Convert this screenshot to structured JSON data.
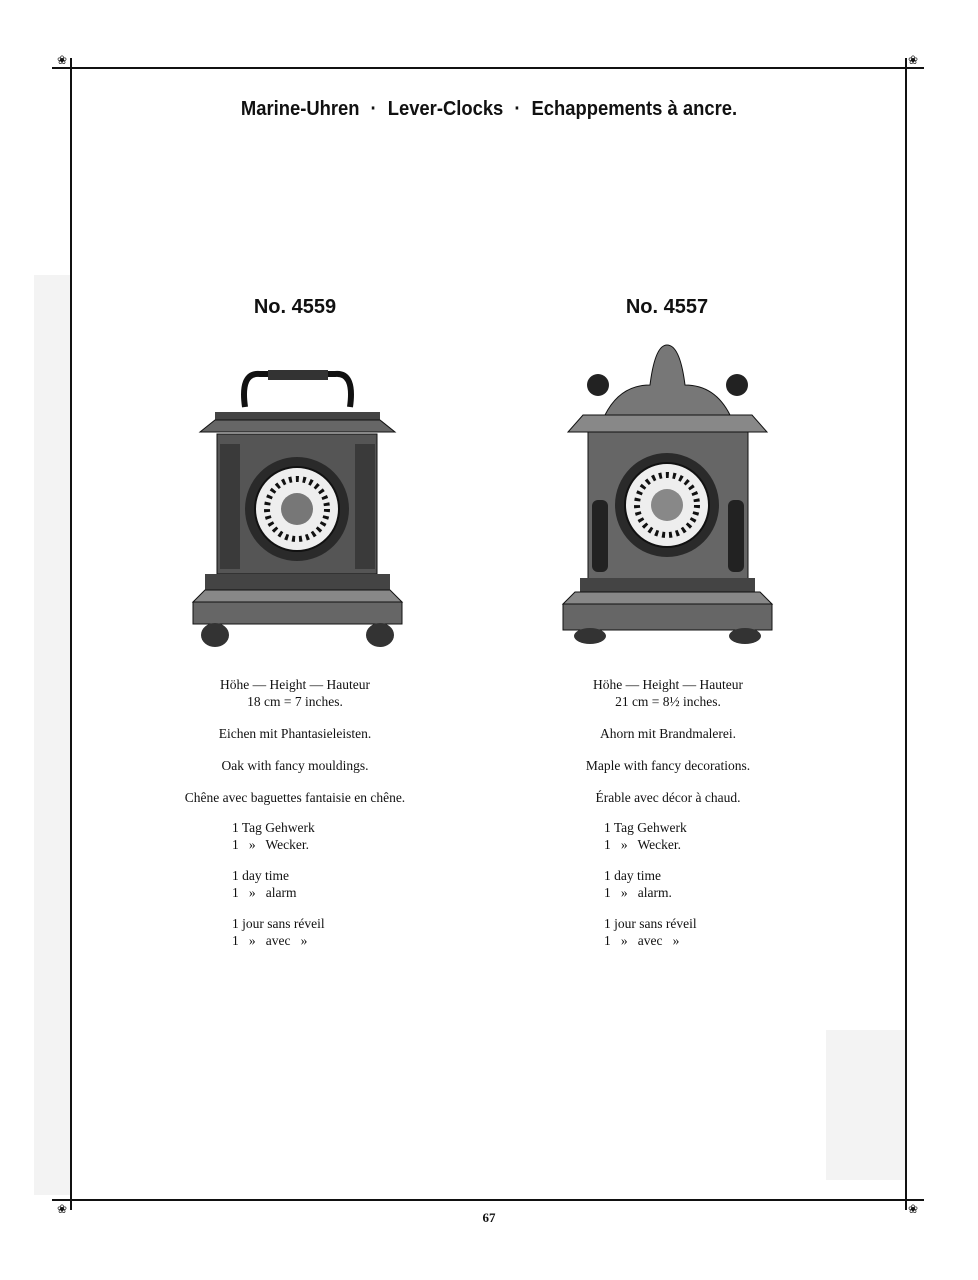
{
  "header": {
    "title_parts": [
      "Marine-Uhren",
      "Lever-Clocks",
      "Echappements à ancre."
    ],
    "separator": "·"
  },
  "products": [
    {
      "number": "No. 4559",
      "height_label": "Höhe — Height — Hauteur",
      "height_value": "18 cm = 7 inches.",
      "desc_de": "Eichen mit Phantasieleisten.",
      "desc_en": "Oak with fancy mouldings.",
      "desc_fr": "Chêne avec baguettes fantaisie en chêne.",
      "specs": [
        "1 Tag Gehwerk",
        "1   »   Wecker.",
        "1 day time",
        "1   »   alarm",
        "1 jour sans réveil",
        "1   »   avec   »"
      ]
    },
    {
      "number": "No. 4557",
      "height_label": "Höhe — Height — Hauteur",
      "height_value": "21 cm = 8½ inches.",
      "desc_de": "Ahorn mit Brandmalerei.",
      "desc_en": "Maple with fancy decorations.",
      "desc_fr": "Érable avec décor à chaud.",
      "specs": [
        "1 Tag Gehwerk",
        "1   »   Wecker.",
        "1 day time",
        "1   »   alarm.",
        "1 jour sans réveil",
        "1   »   avec   »"
      ]
    }
  ],
  "footer": {
    "page_number": "67"
  }
}
